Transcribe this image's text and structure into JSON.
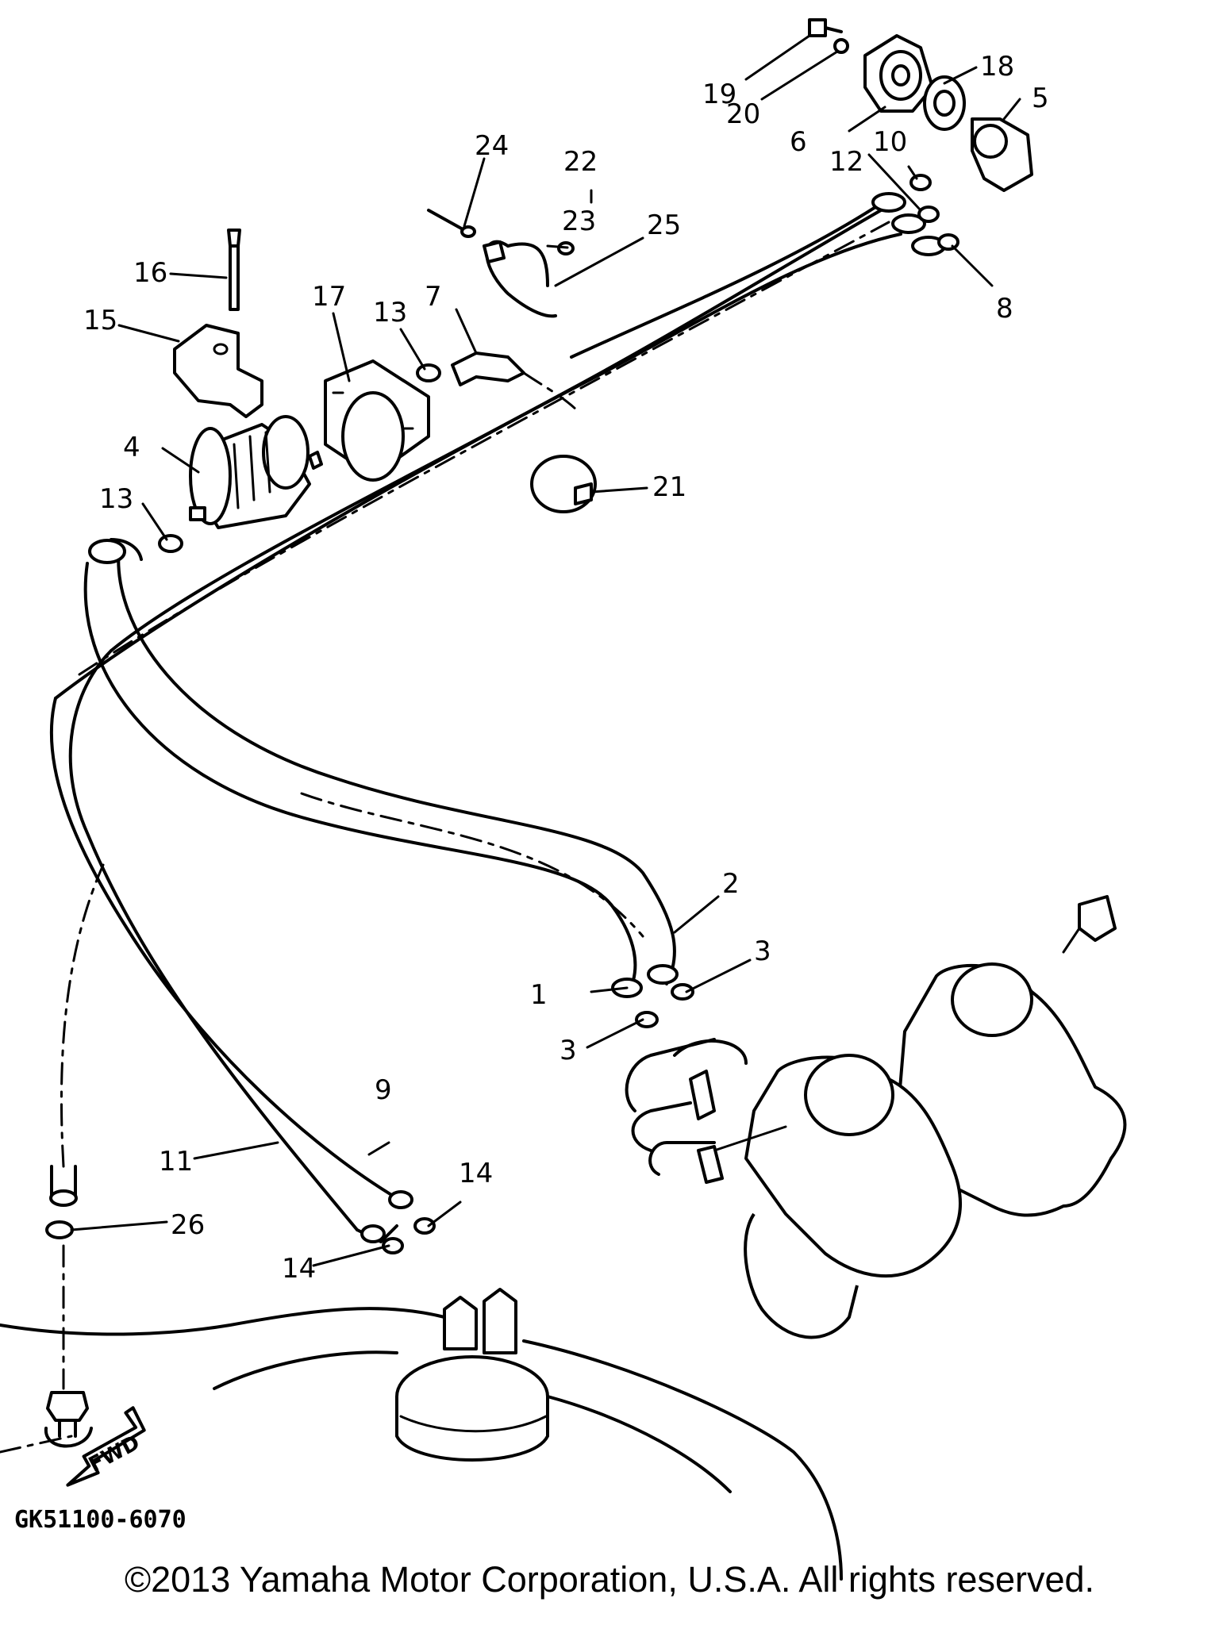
{
  "diagram": {
    "callouts": [
      {
        "id": "c1",
        "label": "1"
      },
      {
        "id": "c2",
        "label": "2"
      },
      {
        "id": "c3a",
        "label": "3"
      },
      {
        "id": "c3b",
        "label": "3"
      },
      {
        "id": "c4",
        "label": "4"
      },
      {
        "id": "c5",
        "label": "5"
      },
      {
        "id": "c6",
        "label": "6"
      },
      {
        "id": "c7",
        "label": "7"
      },
      {
        "id": "c8",
        "label": "8"
      },
      {
        "id": "c9",
        "label": "9"
      },
      {
        "id": "c10",
        "label": "10"
      },
      {
        "id": "c11",
        "label": "11"
      },
      {
        "id": "c12",
        "label": "12"
      },
      {
        "id": "c13a",
        "label": "13"
      },
      {
        "id": "c13b",
        "label": "13"
      },
      {
        "id": "c14a",
        "label": "14"
      },
      {
        "id": "c14b",
        "label": "14"
      },
      {
        "id": "c15",
        "label": "15"
      },
      {
        "id": "c16",
        "label": "16"
      },
      {
        "id": "c17",
        "label": "17"
      },
      {
        "id": "c18",
        "label": "18"
      },
      {
        "id": "c19",
        "label": "19"
      },
      {
        "id": "c20",
        "label": "20"
      },
      {
        "id": "c21",
        "label": "21"
      },
      {
        "id": "c22",
        "label": "22"
      },
      {
        "id": "c23",
        "label": "23"
      },
      {
        "id": "c24",
        "label": "24"
      },
      {
        "id": "c25",
        "label": "25"
      },
      {
        "id": "c26",
        "label": "26"
      }
    ],
    "fwd_label": "FWD",
    "diagram_code": "GK51100-6070"
  },
  "footer": {
    "copyright": "©2013 Yamaha Motor Corporation, U.S.A. All rights reserved."
  }
}
